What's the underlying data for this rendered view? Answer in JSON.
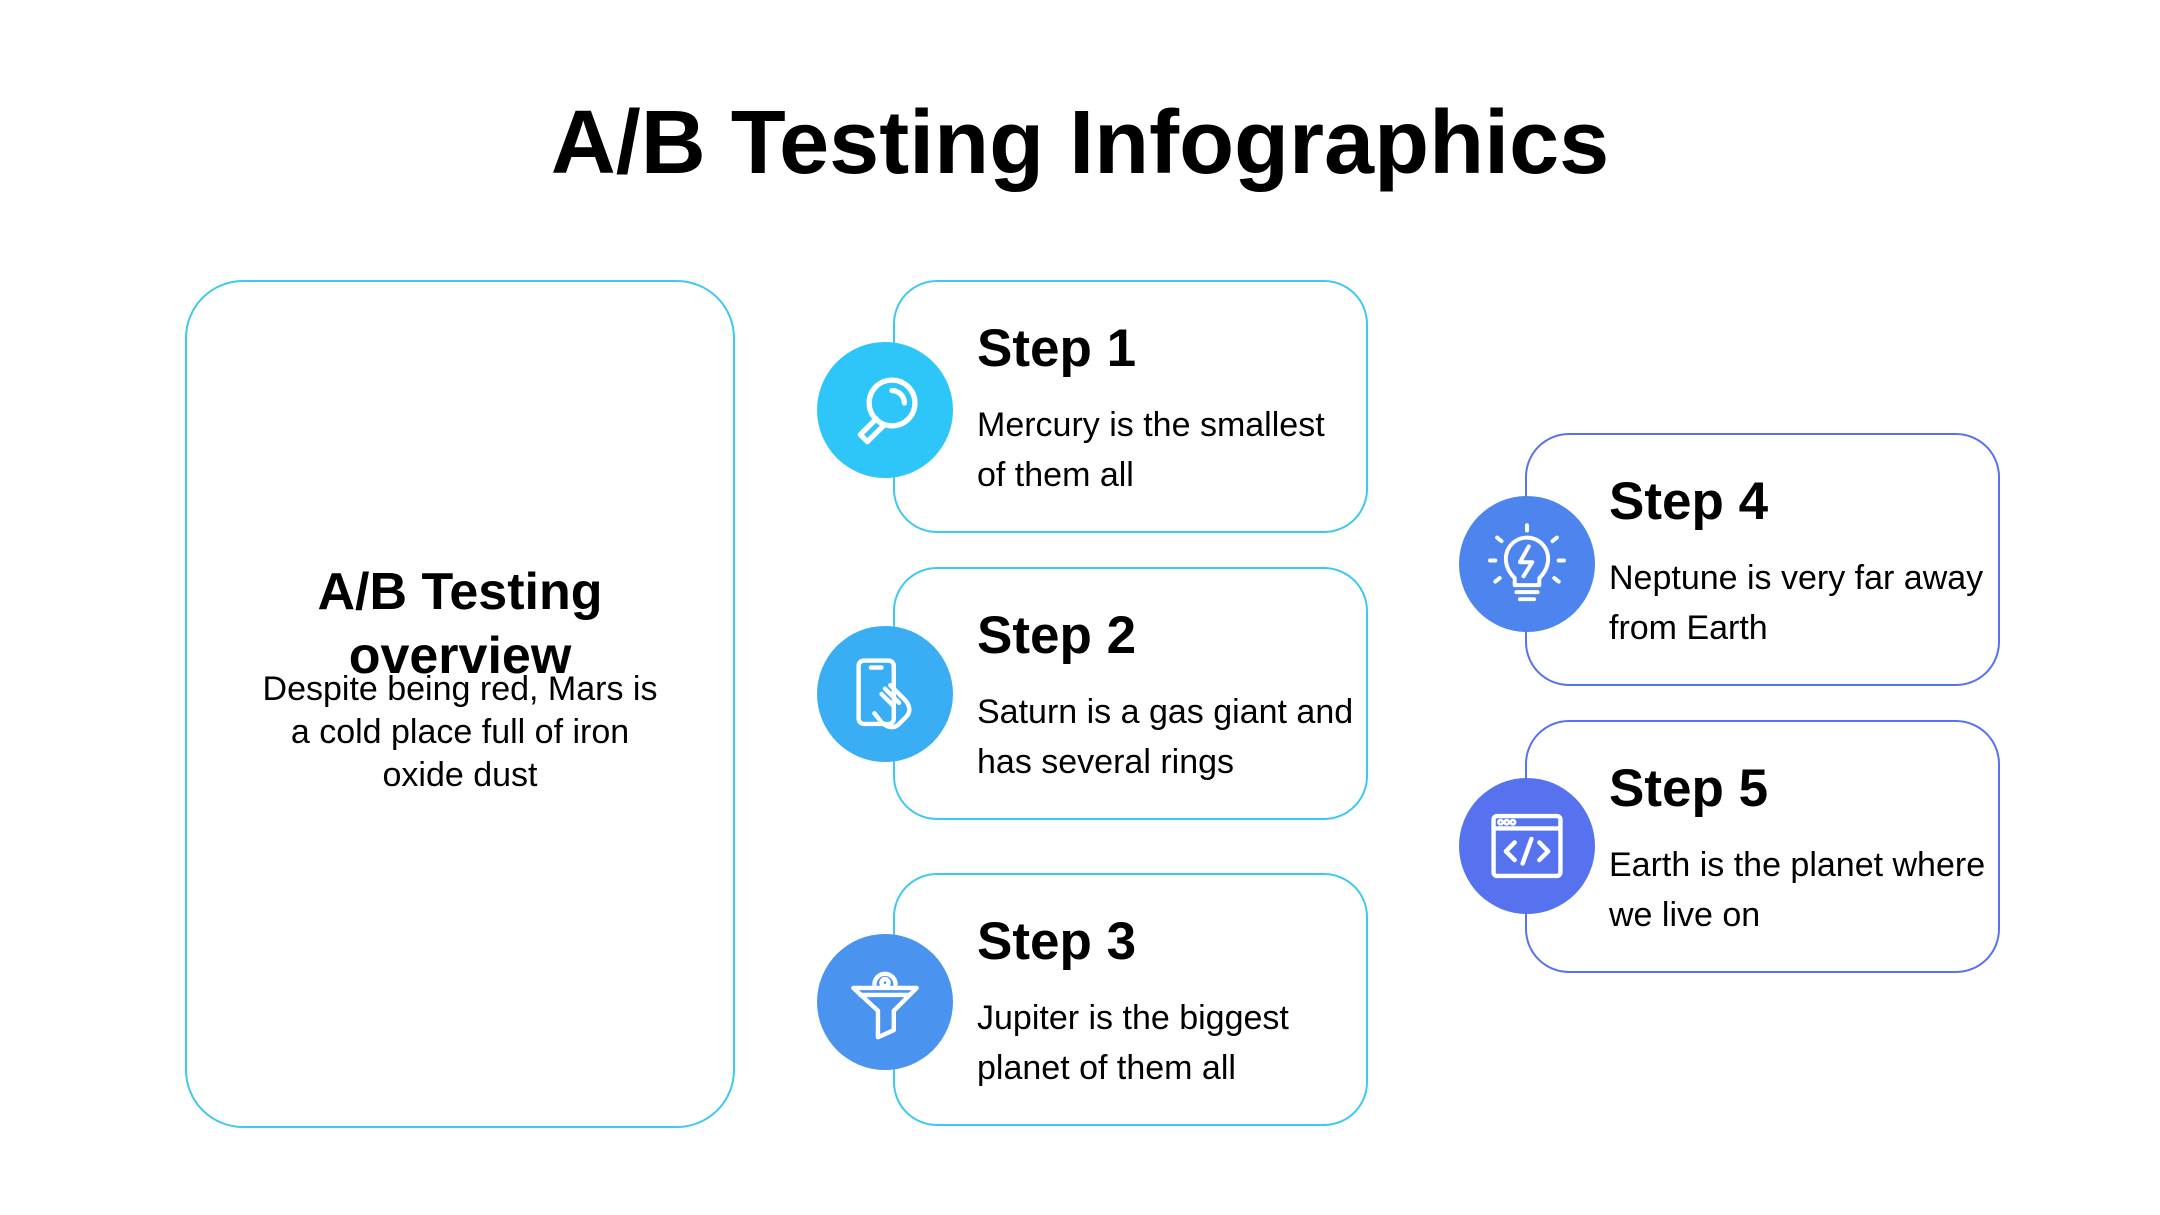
{
  "title": "A/B Testing Infographics",
  "overview": {
    "heading": "A/B Testing overview",
    "text": "Despite being red, Mars is a cold place full of iron oxide dust"
  },
  "steps": [
    {
      "title": "Step 1",
      "text": "Mercury is the smallest of them all",
      "icon": "magnifier-icon",
      "color": "#2ec6f8"
    },
    {
      "title": "Step 2",
      "text": "Saturn is a gas giant and has several rings",
      "icon": "phone-touch-icon",
      "color": "#3aaef4"
    },
    {
      "title": "Step 3",
      "text": "Jupiter is the biggest planet of them all",
      "icon": "funnel-icon",
      "color": "#4a94ef"
    },
    {
      "title": "Step 4",
      "text": "Neptune is very far away from Earth",
      "icon": "lightbulb-icon",
      "color": "#4d84ee"
    },
    {
      "title": "Step 5",
      "text": "Earth is the planet where we live on",
      "icon": "code-window-icon",
      "color": "#5672ee"
    }
  ],
  "colors": {
    "border_cyan": "#3ec9ee",
    "border_blue": "#5672ee"
  }
}
